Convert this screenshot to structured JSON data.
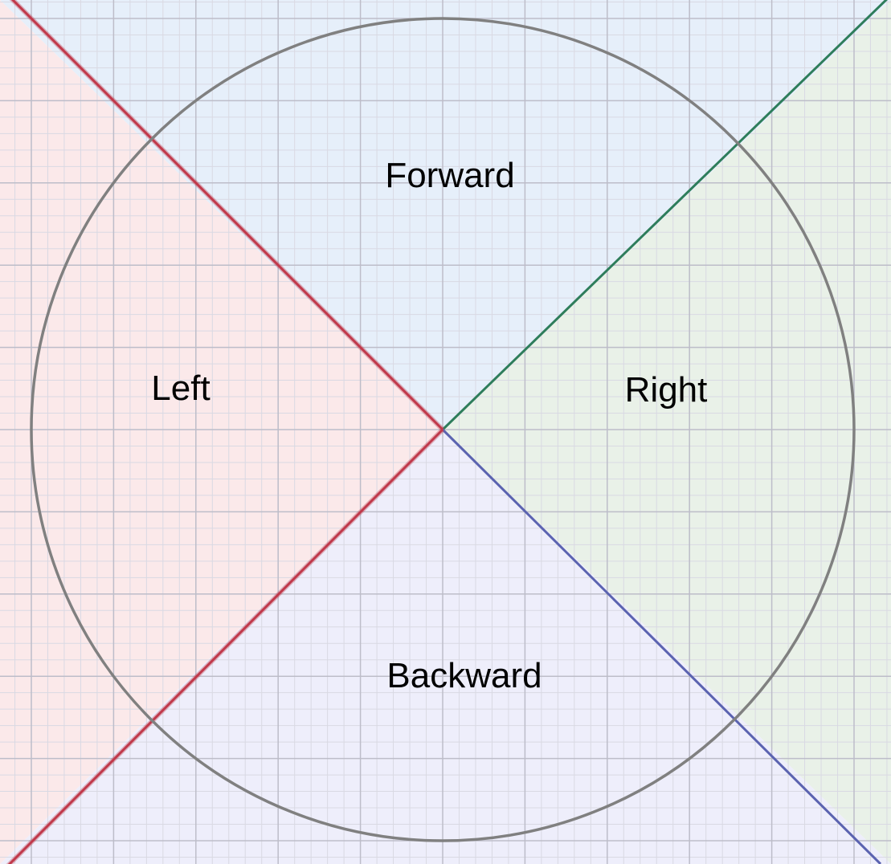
{
  "diagram": {
    "regions": [
      {
        "id": "forward",
        "label": "Forward",
        "fill": "#e6effa",
        "boundary_color": "#2e7d5b"
      },
      {
        "id": "right",
        "label": "Right",
        "fill": "#e9f1e8",
        "boundary_color": "#2e7d5b"
      },
      {
        "id": "backward",
        "label": "Backward",
        "fill": "#eeeefb",
        "boundary_color": "#5b63b0"
      },
      {
        "id": "left",
        "label": "Left",
        "fill": "#fbe9ea",
        "boundary_color": "#c0394b"
      }
    ],
    "circle_color": "#808080",
    "grid": {
      "minor_color": "#d9d9e3",
      "major_color": "#bdbdc9"
    }
  }
}
